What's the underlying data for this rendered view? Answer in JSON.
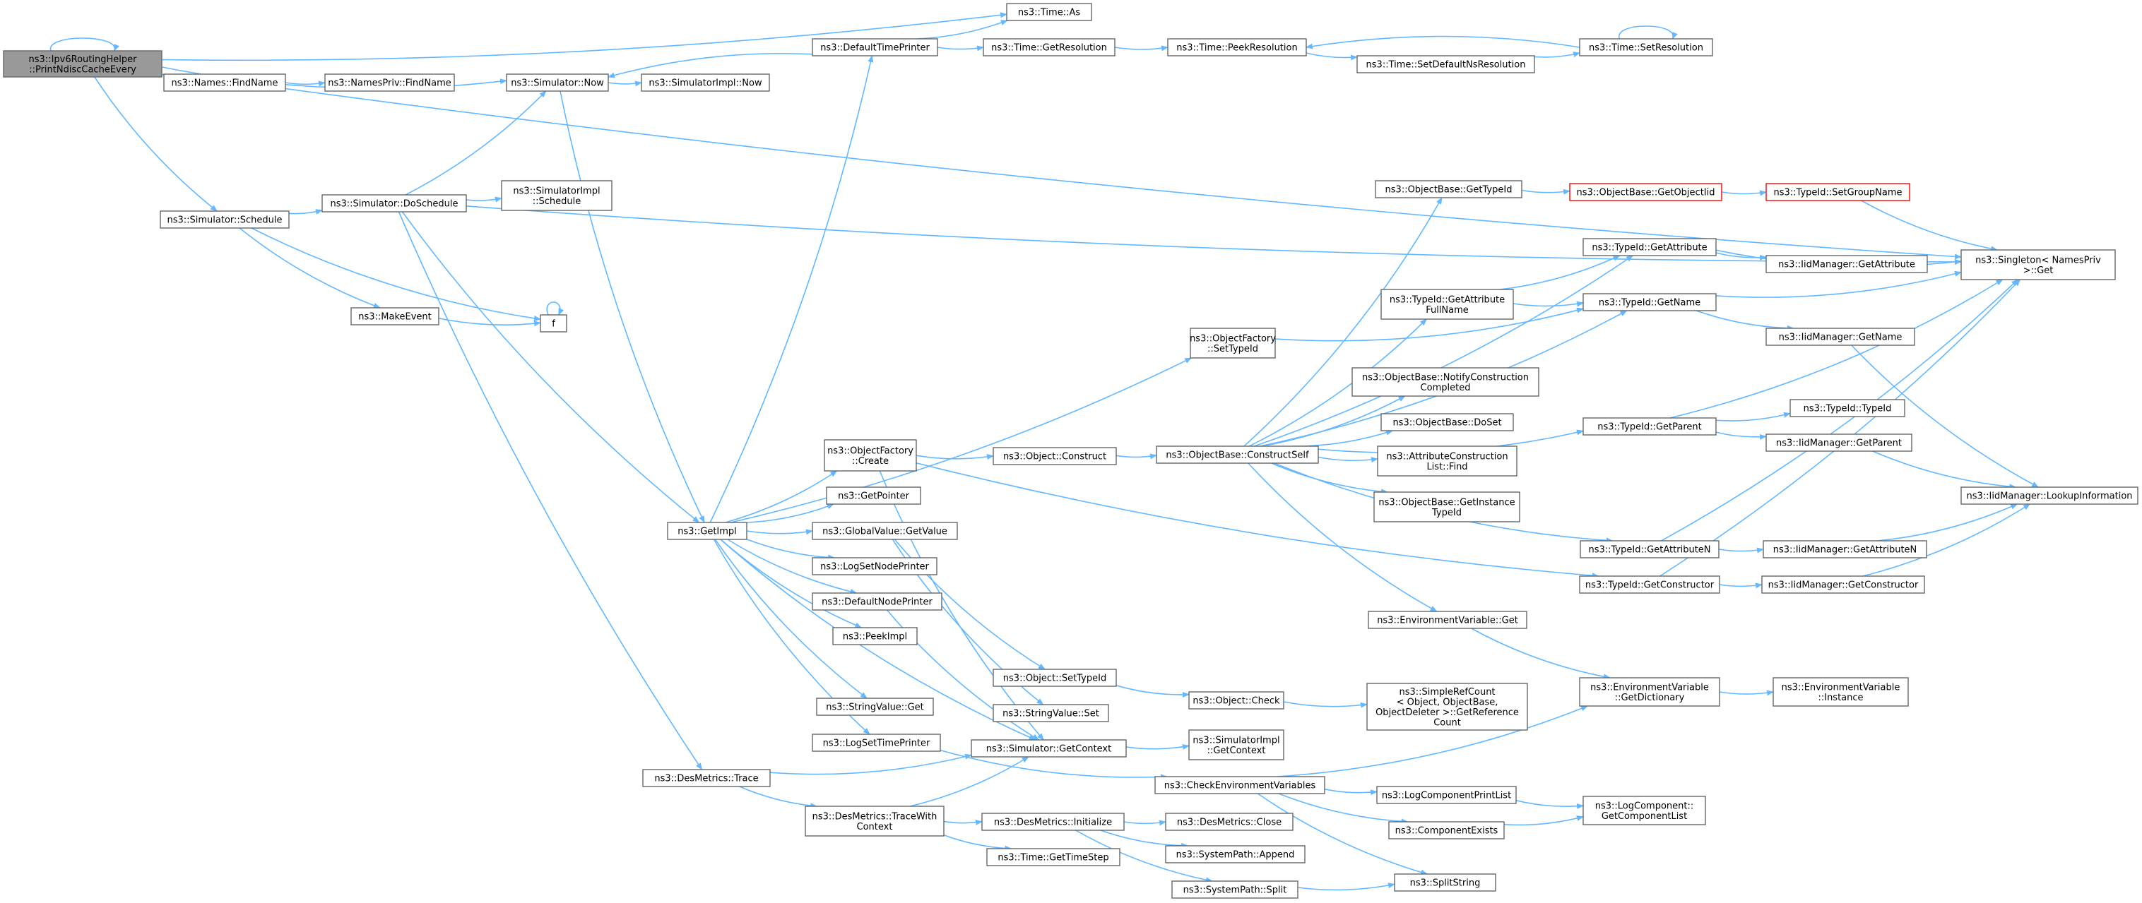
{
  "colors": {
    "edge": "#63b8ff",
    "box_border": "#666666",
    "root_fill": "#999999",
    "highlight_border": "#ff0000"
  },
  "nodes": [
    {
      "id": "root",
      "lines": [
        "ns3::Ipv6RoutingHelper",
        "::PrintNdiscCacheEvery"
      ],
      "style": "root"
    },
    {
      "id": "time_as",
      "lines": [
        "ns3::Time::As"
      ]
    },
    {
      "id": "sim_now",
      "lines": [
        "ns3::Simulator::Now"
      ]
    },
    {
      "id": "names_findname",
      "lines": [
        "ns3::Names::FindName"
      ]
    },
    {
      "id": "namespriv_findname",
      "lines": [
        "ns3::NamesPriv::FindName"
      ]
    },
    {
      "id": "simimpl_now",
      "lines": [
        "ns3::SimulatorImpl::Now"
      ]
    },
    {
      "id": "default_time_printer",
      "lines": [
        "ns3::DefaultTimePrinter"
      ]
    },
    {
      "id": "time_getresolution",
      "lines": [
        "ns3::Time::GetResolution"
      ]
    },
    {
      "id": "time_peekresolution",
      "lines": [
        "ns3::Time::PeekResolution"
      ]
    },
    {
      "id": "time_setdefaultns",
      "lines": [
        "ns3::Time::SetDefaultNsResolution"
      ]
    },
    {
      "id": "time_setresolution",
      "lines": [
        "ns3::Time::SetResolution"
      ]
    },
    {
      "id": "sim_schedule",
      "lines": [
        "ns3::Simulator::Schedule"
      ]
    },
    {
      "id": "sim_doschedule",
      "lines": [
        "ns3::Simulator::DoSchedule"
      ]
    },
    {
      "id": "simimpl_schedule",
      "lines": [
        "ns3::SimulatorImpl",
        "::Schedule"
      ]
    },
    {
      "id": "makeevent",
      "lines": [
        "ns3::MakeEvent"
      ]
    },
    {
      "id": "f",
      "lines": [
        "f"
      ]
    },
    {
      "id": "singleton_get",
      "lines": [
        "ns3::Singleton< NamesPriv",
        ">::Get"
      ]
    },
    {
      "id": "objbase_gettypeid",
      "lines": [
        "ns3::ObjectBase::GetTypeId"
      ]
    },
    {
      "id": "objbase_getobjectiid",
      "lines": [
        "ns3::ObjectBase::GetObjectIid"
      ],
      "style": "red"
    },
    {
      "id": "typeid_setgroupname",
      "lines": [
        "ns3::TypeId::SetGroupName"
      ],
      "style": "red"
    },
    {
      "id": "typeid_getattribute",
      "lines": [
        "ns3::TypeId::GetAttribute"
      ]
    },
    {
      "id": "iidmgr_getattribute",
      "lines": [
        "ns3::IidManager::GetAttribute"
      ]
    },
    {
      "id": "typeid_getattrfullname",
      "lines": [
        "ns3::TypeId::GetAttribute",
        "FullName"
      ]
    },
    {
      "id": "typeid_getname",
      "lines": [
        "ns3::TypeId::GetName"
      ]
    },
    {
      "id": "iidmgr_getname",
      "lines": [
        "ns3::IidManager::GetName"
      ]
    },
    {
      "id": "objfactory_settypeid",
      "lines": [
        "ns3::ObjectFactory",
        "::SetTypeId"
      ]
    },
    {
      "id": "objbase_notify",
      "lines": [
        "ns3::ObjectBase::NotifyConstruction",
        "Completed"
      ]
    },
    {
      "id": "objbase_doset",
      "lines": [
        "ns3::ObjectBase::DoSet"
      ]
    },
    {
      "id": "typeid_getparent",
      "lines": [
        "ns3::TypeId::GetParent"
      ]
    },
    {
      "id": "typeid_typeid",
      "lines": [
        "ns3::TypeId::TypeId"
      ]
    },
    {
      "id": "iidmgr_getparent",
      "lines": [
        "ns3::IidManager::GetParent"
      ]
    },
    {
      "id": "objfactory_create",
      "lines": [
        "ns3::ObjectFactory",
        "::Create"
      ]
    },
    {
      "id": "object_construct",
      "lines": [
        "ns3::Object::Construct"
      ]
    },
    {
      "id": "objbase_constructself",
      "lines": [
        "ns3::ObjectBase::ConstructSelf"
      ]
    },
    {
      "id": "attrconstr_find",
      "lines": [
        "ns3::AttributeConstruction",
        "List::Find"
      ]
    },
    {
      "id": "objbase_getinstance",
      "lines": [
        "ns3::ObjectBase::GetInstance",
        "TypeId"
      ]
    },
    {
      "id": "iidmgr_lookupinfo",
      "lines": [
        "ns3::IidManager::LookupInformation"
      ]
    },
    {
      "id": "getpointer",
      "lines": [
        "ns3::GetPointer"
      ]
    },
    {
      "id": "getimpl",
      "lines": [
        "ns3::GetImpl"
      ]
    },
    {
      "id": "globalvalue_getvalue",
      "lines": [
        "ns3::GlobalValue::GetValue"
      ]
    },
    {
      "id": "logsetnodeprinter",
      "lines": [
        "ns3::LogSetNodePrinter"
      ]
    },
    {
      "id": "typeid_getattributen",
      "lines": [
        "ns3::TypeId::GetAttributeN"
      ]
    },
    {
      "id": "iidmgr_getattributen",
      "lines": [
        "ns3::IidManager::GetAttributeN"
      ]
    },
    {
      "id": "typeid_getconstructor",
      "lines": [
        "ns3::TypeId::GetConstructor"
      ]
    },
    {
      "id": "iidmgr_getconstructor",
      "lines": [
        "ns3::IidManager::GetConstructor"
      ]
    },
    {
      "id": "defaultnodeprinter",
      "lines": [
        "ns3::DefaultNodePrinter"
      ]
    },
    {
      "id": "envvar_get",
      "lines": [
        "ns3::EnvironmentVariable::Get"
      ]
    },
    {
      "id": "peekimpl",
      "lines": [
        "ns3::PeekImpl"
      ]
    },
    {
      "id": "object_settypeid",
      "lines": [
        "ns3::Object::SetTypeId"
      ]
    },
    {
      "id": "object_check",
      "lines": [
        "ns3::Object::Check"
      ]
    },
    {
      "id": "simplerefcount",
      "lines": [
        "ns3::SimpleRefCount",
        "< Object, ObjectBase,",
        "ObjectDeleter >::GetReference",
        "Count"
      ]
    },
    {
      "id": "envvar_getdict",
      "lines": [
        "ns3::EnvironmentVariable",
        "::GetDictionary"
      ]
    },
    {
      "id": "envvar_instance",
      "lines": [
        "ns3::EnvironmentVariable",
        "::Instance"
      ]
    },
    {
      "id": "stringvalue_set",
      "lines": [
        "ns3::StringValue::Set"
      ]
    },
    {
      "id": "stringvalue_get",
      "lines": [
        "ns3::StringValue::Get"
      ]
    },
    {
      "id": "logsettimeprinter",
      "lines": [
        "ns3::LogSetTimePrinter"
      ]
    },
    {
      "id": "sim_getcontext",
      "lines": [
        "ns3::Simulator::GetContext"
      ]
    },
    {
      "id": "simimpl_getcontext",
      "lines": [
        "ns3::SimulatorImpl",
        "::GetContext"
      ]
    },
    {
      "id": "desmetrics_trace",
      "lines": [
        "ns3::DesMetrics::Trace"
      ]
    },
    {
      "id": "checkenvvars",
      "lines": [
        "ns3::CheckEnvironmentVariables"
      ]
    },
    {
      "id": "logcomponentprintlist",
      "lines": [
        "ns3::LogComponentPrintList"
      ]
    },
    {
      "id": "logcomponent_getlist",
      "lines": [
        "ns3::LogComponent::",
        "GetComponentList"
      ]
    },
    {
      "id": "desmetrics_tracewith",
      "lines": [
        "ns3::DesMetrics::TraceWith",
        "Context"
      ]
    },
    {
      "id": "desmetrics_initialize",
      "lines": [
        "ns3::DesMetrics::Initialize"
      ]
    },
    {
      "id": "desmetrics_close",
      "lines": [
        "ns3::DesMetrics::Close"
      ]
    },
    {
      "id": "componentexists",
      "lines": [
        "ns3::ComponentExists"
      ]
    },
    {
      "id": "systempath_append",
      "lines": [
        "ns3::SystemPath::Append"
      ]
    },
    {
      "id": "time_gettimestep",
      "lines": [
        "ns3::Time::GetTimeStep"
      ]
    },
    {
      "id": "systempath_split",
      "lines": [
        "ns3::SystemPath::Split"
      ]
    },
    {
      "id": "splitstring",
      "lines": [
        "ns3::SplitString"
      ]
    }
  ]
}
